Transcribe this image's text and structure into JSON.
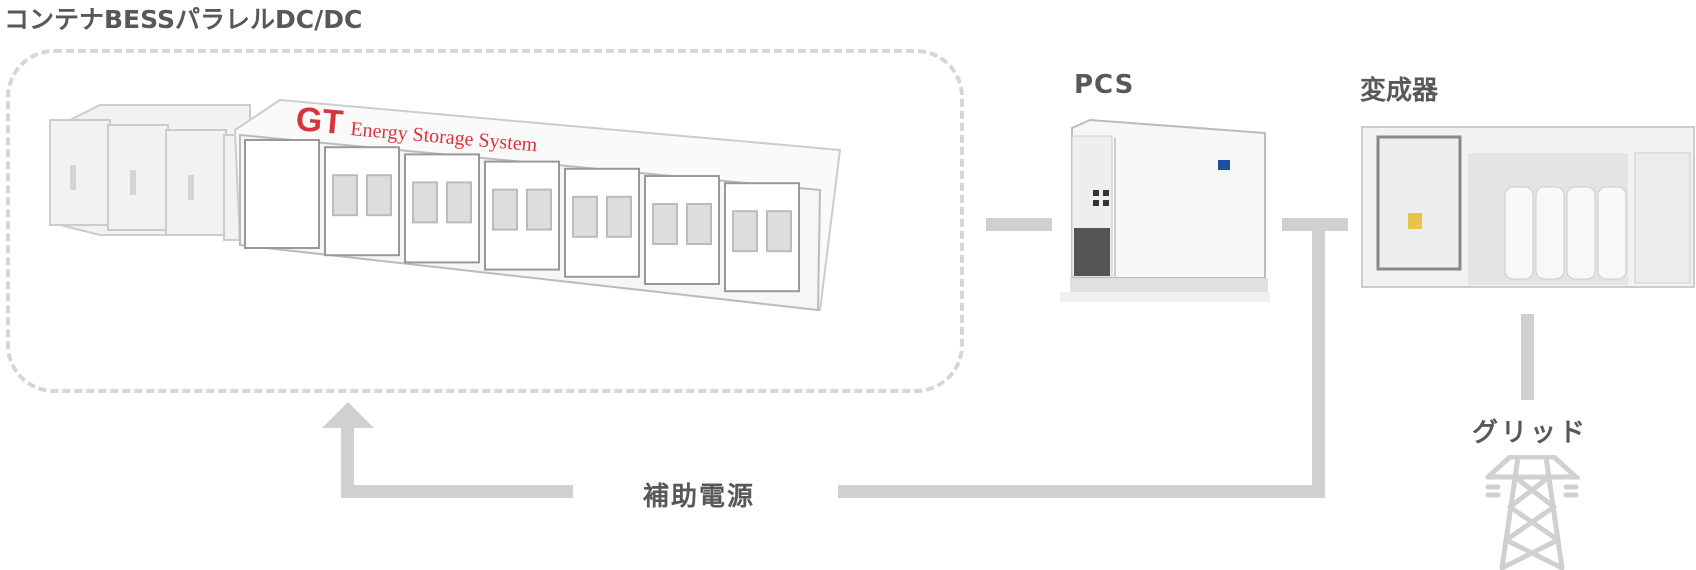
{
  "title": "コンテナBESSパラレルDC/DC",
  "nodes": {
    "pcs": "PCS",
    "transformer": "変成器",
    "grid": "グリッド",
    "aux_power": "補助電源"
  },
  "container_brand": {
    "logo": "GT",
    "text": "Energy Storage System"
  },
  "colors": {
    "line": "#d0d0d0",
    "text": "#585858",
    "brand": "#d9343a"
  }
}
